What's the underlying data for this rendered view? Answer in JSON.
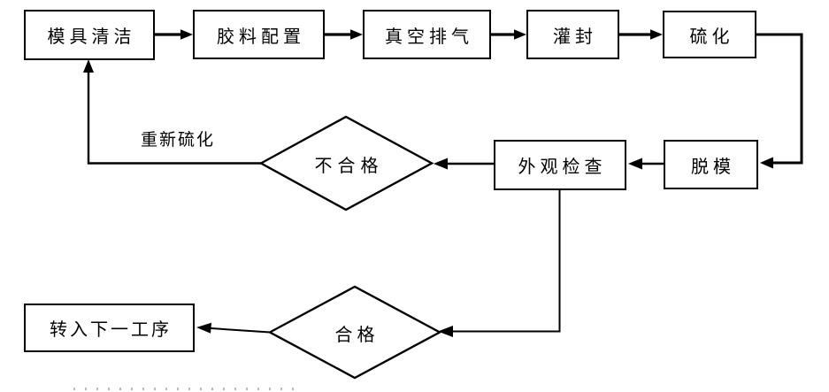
{
  "page": {
    "background_color": "#ffffff",
    "line_color": "#000000"
  },
  "diagram": {
    "type": "flowchart",
    "nodes": {
      "mold_cleaning": {
        "label": "模具清洁",
        "shape": "rect"
      },
      "compound_prep": {
        "label": "胶料配置",
        "shape": "rect"
      },
      "vacuum_degas": {
        "label": "真空排气",
        "shape": "rect"
      },
      "potting": {
        "label": "灌封",
        "shape": "rect"
      },
      "vulcanize": {
        "label": "硫化",
        "shape": "rect"
      },
      "demold": {
        "label": "脱模",
        "shape": "rect"
      },
      "visual_inspect": {
        "label": "外观检查",
        "shape": "rect"
      },
      "fail": {
        "label": "不合格",
        "shape": "diamond"
      },
      "pass": {
        "label": "合格",
        "shape": "diamond"
      },
      "next_step": {
        "label": "转入下一工序",
        "shape": "rect"
      }
    },
    "edge_labels": {
      "rework": "重新硫化"
    },
    "flow": [
      {
        "from": "模具清洁",
        "to": "胶料配置"
      },
      {
        "from": "胶料配置",
        "to": "真空排气"
      },
      {
        "from": "真空排气",
        "to": "灌封"
      },
      {
        "from": "灌封",
        "to": "硫化"
      },
      {
        "from": "硫化",
        "to": "脱模"
      },
      {
        "from": "脱模",
        "to": "外观检查"
      },
      {
        "from": "外观检查",
        "to": "不合格"
      },
      {
        "from": "不合格",
        "to": "模具清洁",
        "label": "重新硫化"
      },
      {
        "from": "外观检查",
        "to": "合格"
      },
      {
        "from": "合格",
        "to": "转入下一工序"
      }
    ]
  }
}
